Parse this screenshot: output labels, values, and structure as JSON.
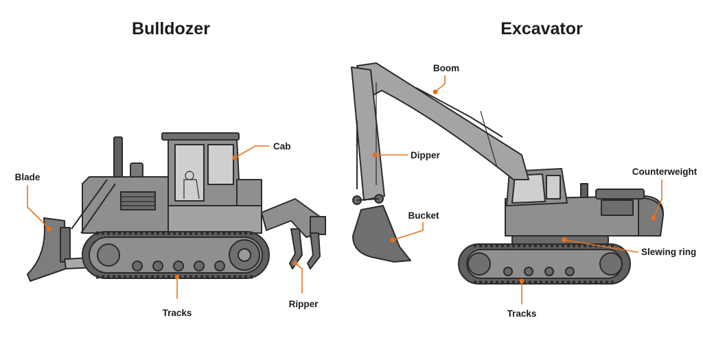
{
  "colors": {
    "accent": "#e8721c",
    "body": "#8f8f8f",
    "body_light": "#a9a9a9",
    "body_dark": "#5f5f5f",
    "outline": "#2b2b2b",
    "glass": "#cfcfcf"
  },
  "bulldozer": {
    "title": "Bulldozer",
    "labels": {
      "cab": "Cab",
      "blade": "Blade",
      "tracks": "Tracks",
      "ripper": "Ripper"
    }
  },
  "excavator": {
    "title": "Excavator",
    "labels": {
      "boom": "Boom",
      "dipper": "Dipper",
      "bucket": "Bucket",
      "counterweight": "Counterweight",
      "slewing_ring": "Slewing ring",
      "tracks": "Tracks"
    }
  }
}
